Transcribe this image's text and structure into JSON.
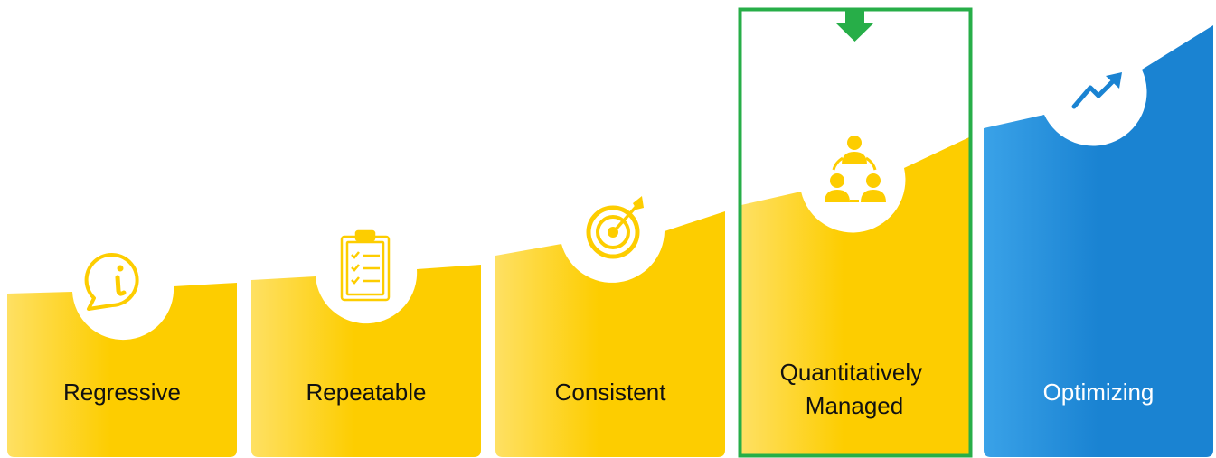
{
  "colors": {
    "yellow": "#fdcd00",
    "yellow_light": "#fee063",
    "blue": "#1a83d2",
    "blue_light": "#3aa2e8",
    "highlight_green": "#27ae48",
    "label_dark": "#111111",
    "label_light": "#ffffff"
  },
  "highlighted_stage": "quantitatively-managed",
  "stages": [
    {
      "id": "regressive",
      "label_lines": [
        "Regressive"
      ],
      "icon": "info-bubble-icon",
      "theme": "yellow"
    },
    {
      "id": "repeatable",
      "label_lines": [
        "Repeatable"
      ],
      "icon": "clipboard-checklist-icon",
      "theme": "yellow"
    },
    {
      "id": "consistent",
      "label_lines": [
        "Consistent"
      ],
      "icon": "target-arrow-icon",
      "theme": "yellow"
    },
    {
      "id": "quantitatively-managed",
      "label_lines": [
        "Quantitatively",
        "Managed"
      ],
      "icon": "team-cycle-icon",
      "theme": "yellow"
    },
    {
      "id": "optimizing",
      "label_lines": [
        "Optimizing"
      ],
      "icon": "trend-up-icon",
      "theme": "blue"
    }
  ]
}
